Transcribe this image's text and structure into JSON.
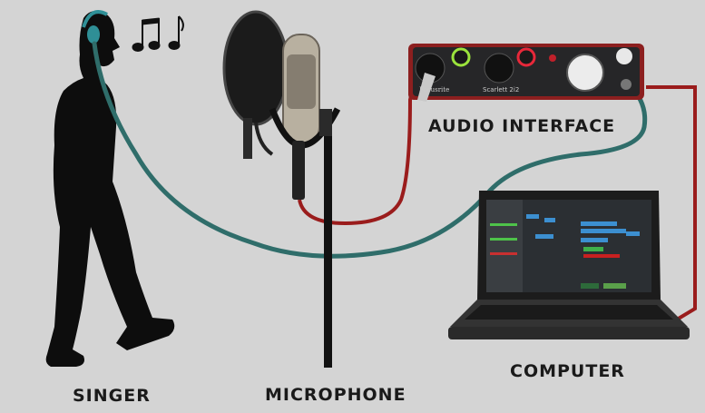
{
  "labels": {
    "singer": "SINGER",
    "microphone": "MICROPHONE",
    "audio_interface": "AUDIO INTERFACE",
    "computer": "COMPUTER"
  },
  "interface_branding": {
    "brand": "Focusrite",
    "model": "Scarlett 2i2"
  },
  "colors": {
    "background": "#d4d4d4",
    "headphone_cable": "#2f6d6a",
    "mic_cable": "#9a1c1c",
    "interface_body": "#8c1f1f",
    "gain1_ring": "#9be33c",
    "gain2_ring": "#e8283a"
  }
}
